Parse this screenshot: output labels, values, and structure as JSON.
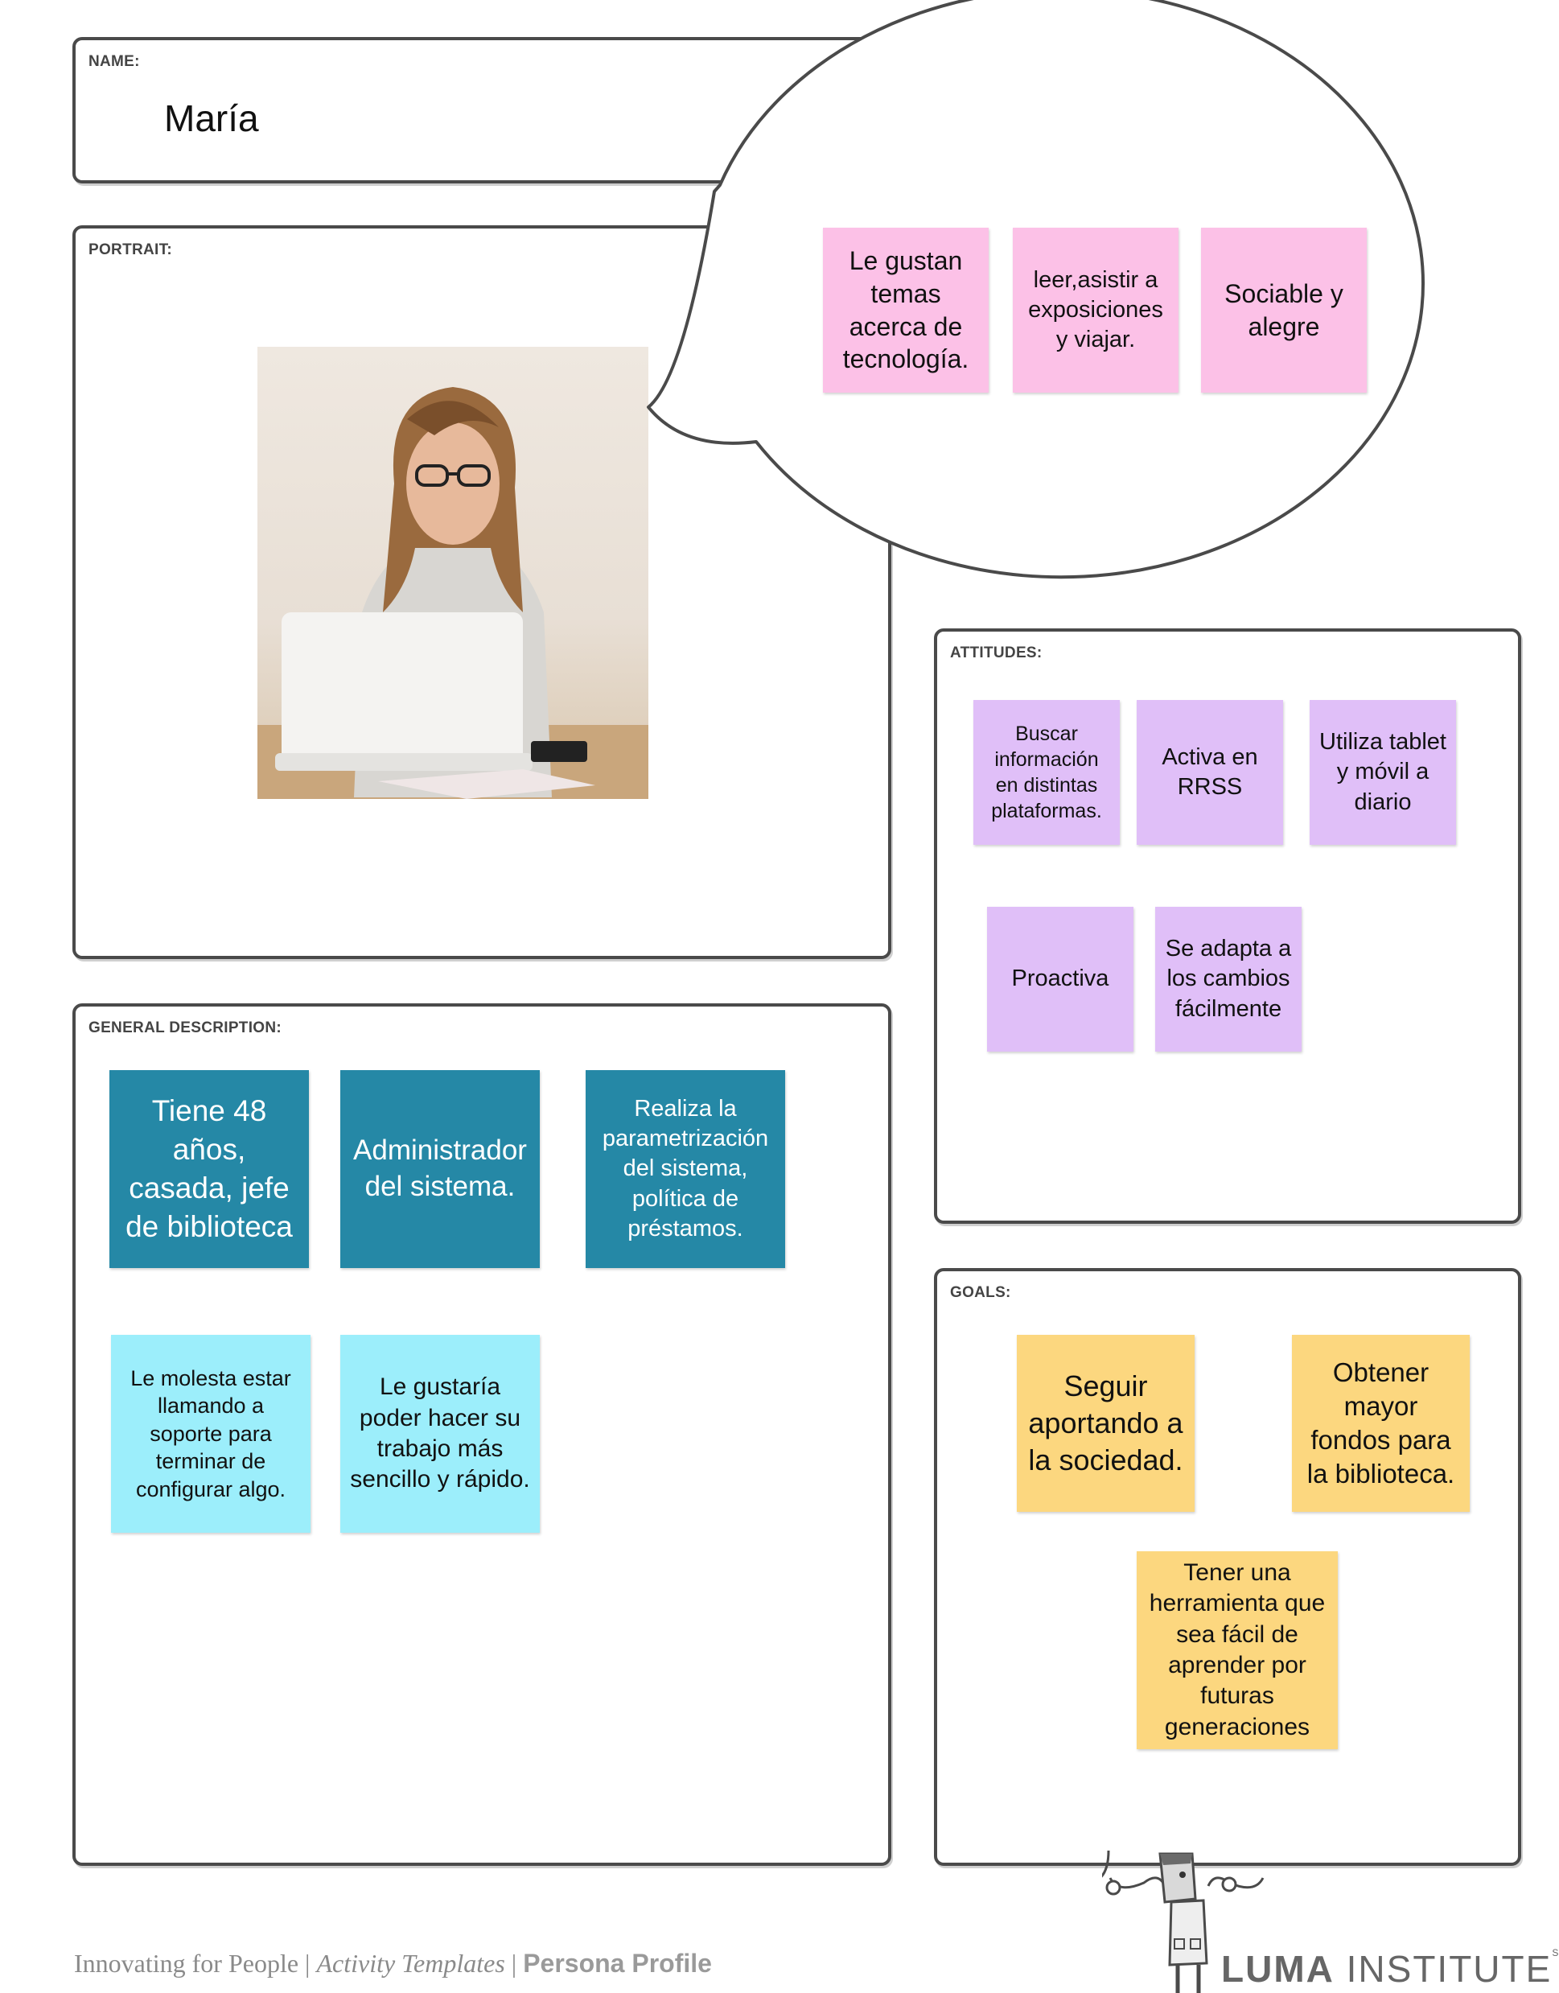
{
  "name_section": {
    "label": "NAME:",
    "value": "María"
  },
  "portrait_section": {
    "label": "PORTRAIT:"
  },
  "thoughts": [
    "Le gustan temas acerca de tecnología.",
    "leer,asistir a exposiciones y viajar.",
    "Sociable y alegre"
  ],
  "attitudes": {
    "label": "ATTITUDES:",
    "items": [
      "Buscar información en distintas plataformas.",
      "Activa en RRSS",
      "Utiliza tablet y móvil a diario",
      "Proactiva",
      "Se adapta a los cambios fácilmente"
    ]
  },
  "general": {
    "label": "GENERAL DESCRIPTION:",
    "items": [
      "Tiene 48 años, casada, jefe de biblioteca",
      "Administrador del sistema.",
      "Realiza la parametrización del sistema, política de préstamos.",
      "Le molesta estar llamando a soporte para terminar de configurar algo.",
      "Le gustaría poder hacer su trabajo más sencillo y rápido."
    ]
  },
  "goals": {
    "label": "GOALS:",
    "items": [
      "Seguir aportando a la sociedad.",
      "Obtener mayor fondos para la biblioteca.",
      "Tener una herramienta que sea fácil de aprender por futuras generaciones"
    ]
  },
  "footer": {
    "part1": "Innovating for People",
    "sep1": " | ",
    "part2": "Activity Templates",
    "sep2": " | ",
    "part3": "Persona Profile",
    "brand_bold": "LUMA",
    "brand_rest": " INSTITUTE",
    "trademark": "SM"
  },
  "colors": {
    "thought_note": "#fcc1e7",
    "attitude_note": "#e0bff8",
    "description_note_dark": "#2588a6",
    "description_note_light": "#9ceefb",
    "goal_note": "#fcd77f"
  }
}
